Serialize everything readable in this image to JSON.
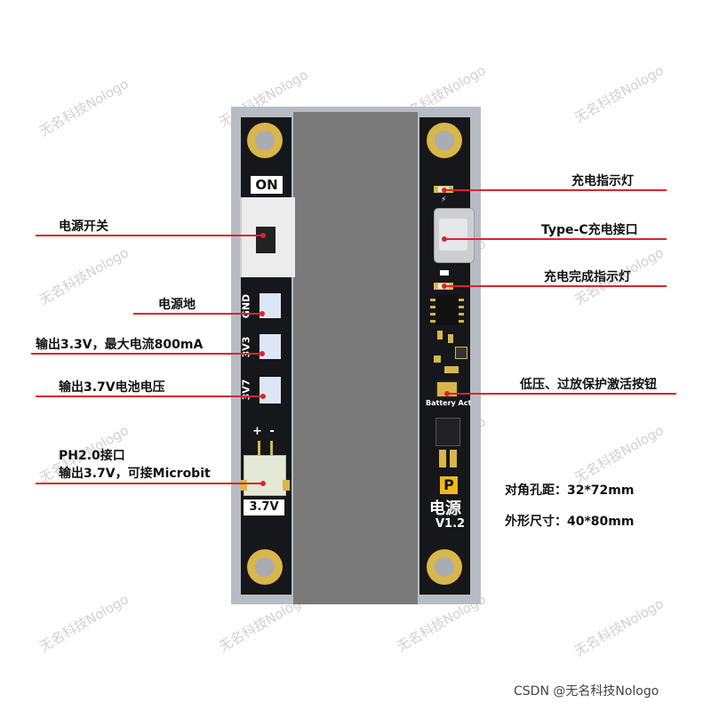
{
  "watermark": "无名科技Nologo",
  "footer": "CSDN @无名科技Nologo",
  "board": {
    "on_label": "ON",
    "gnd_label": "GND",
    "v33_label": "3V3",
    "v37_label": "3V7",
    "plus_minus": "+ -",
    "connector_label": "3.7V",
    "battery_act_label": "Battery Act",
    "brand_letter": "P",
    "brand_name": "电源",
    "version": "V1.2"
  },
  "labels": {
    "power_switch": "电源开关",
    "power_ground": "电源地",
    "output_33": "输出3.3V，最大电流800mA",
    "output_37": "输出3.7V电池电压",
    "ph20_line1": "PH2.0接口",
    "ph20_line2": "输出3.7V，可接Microbit",
    "charge_led": "充电指示灯",
    "typec": "Type-C充电接口",
    "charge_done_led": "充电完成指示灯",
    "protect_button": "低压、过放保护激活按钮"
  },
  "specs": {
    "hole_distance": "对角孔距：32*72mm",
    "size": "外形尺寸：40*80mm"
  },
  "colors": {
    "pcb": "#16171a",
    "gold": "#d8b64a",
    "leader": "#d8262f",
    "battery": "#7a7a7a",
    "frame": "#b7bcc4"
  }
}
